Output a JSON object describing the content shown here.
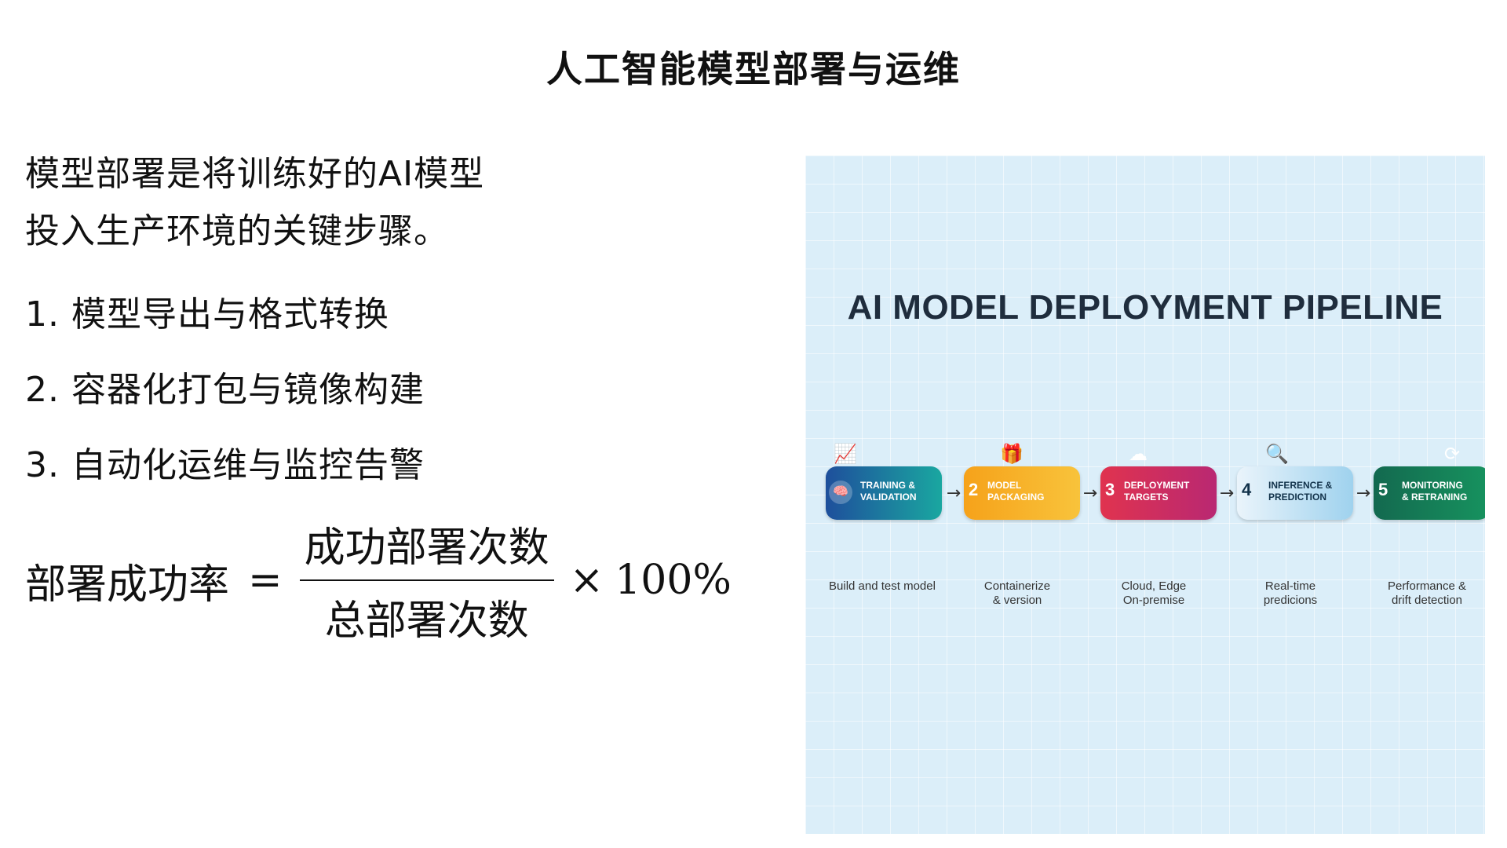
{
  "slide": {
    "title": "人工智能模型部署与运维",
    "intro_line1": "模型部署是将训练好的AI模型",
    "intro_line2": "投入生产环境的关键步骤。",
    "steps": [
      "1. 模型导出与格式转换",
      "2. 容器化打包与镜像构建",
      "3. 自动化运维与监控告警"
    ],
    "formula": {
      "lhs": "部署成功率",
      "eq": "=",
      "numerator": "成功部署次数",
      "denominator": "总部署次数",
      "times": "×",
      "factor": "100%"
    }
  },
  "figure": {
    "title": "AI MODEL DEPLOYMENT PIPELINE",
    "stages": [
      {
        "num": "",
        "label_line1": "TRAINING &",
        "label_line2": "VALIDATION",
        "icon": "chart-icon",
        "desc_line1": "Build and test model",
        "desc_line2": ""
      },
      {
        "num": "2",
        "label_line1": "MODEL",
        "label_line2": "PACKAGING",
        "icon": "gift-box-icon",
        "desc_line1": "Containerize",
        "desc_line2": "& version"
      },
      {
        "num": "3",
        "label_line1": "DEPLOYMENT",
        "label_line2": "TARGETS",
        "icon": "cloud-server-icon",
        "desc_line1": "Cloud, Edge",
        "desc_line2": "On-premise"
      },
      {
        "num": "4",
        "label_line1": "INFERENCE &",
        "label_line2": "PREDICTION",
        "icon": "magnifier-icon",
        "desc_line1": "Real-time",
        "desc_line2": "predicions"
      },
      {
        "num": "5",
        "label_line1": "MONITORING",
        "label_line2": "& RETRANING",
        "icon": "refresh-shield-icon",
        "desc_line1": "Performance &",
        "desc_line2": "drift detection"
      }
    ],
    "colors": {
      "background": "#dbeef9",
      "stage1": "#1e4f9c",
      "stage2": "#f6a21a",
      "stage3": "#e0334f",
      "stage4": "#9fd2ee",
      "stage5": "#13694f"
    }
  }
}
